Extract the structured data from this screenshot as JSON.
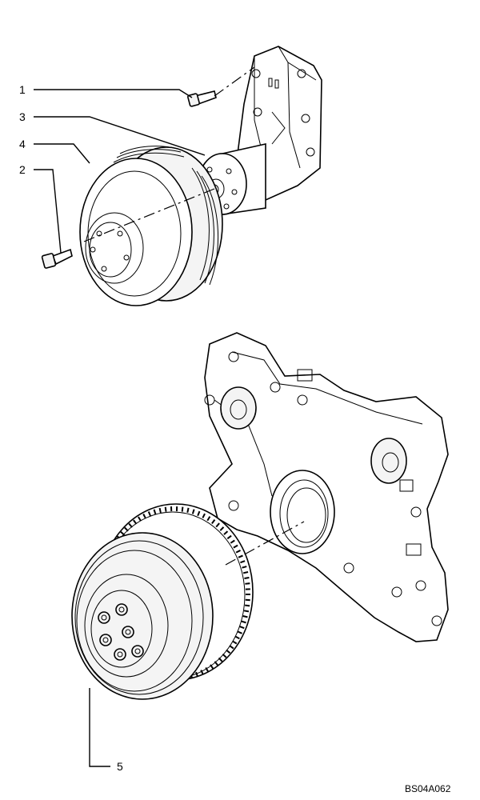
{
  "diagram": {
    "callouts": [
      {
        "id": "c1",
        "label": "1"
      },
      {
        "id": "c3",
        "label": "3"
      },
      {
        "id": "c4",
        "label": "4"
      },
      {
        "id": "c2",
        "label": "2"
      },
      {
        "id": "c5",
        "label": "5"
      }
    ],
    "figure_code": "BS04A062"
  }
}
